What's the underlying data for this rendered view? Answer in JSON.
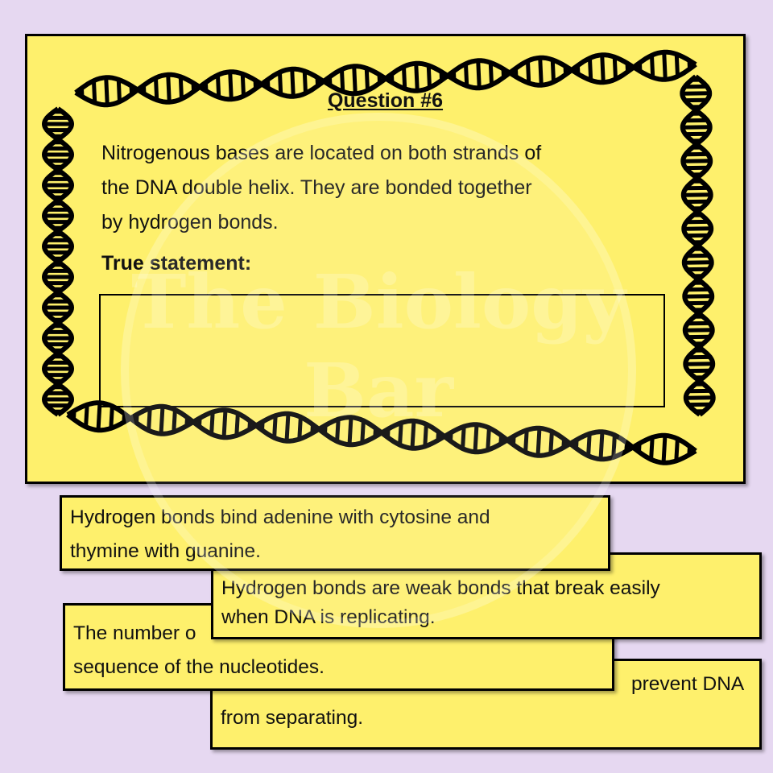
{
  "colors": {
    "background": "#e6d8f1",
    "card": "#fef06c",
    "border": "#000000"
  },
  "question": {
    "title": "Question #6",
    "lines": [
      "Nitrogenous bases are located on both strands of",
      "the DNA double helix.  They are bonded together",
      "by hydrogen bonds."
    ],
    "true_label": "True statement:",
    "border_icon": "dna-helix-icon"
  },
  "options": [
    {
      "lines": [
        "Hydrogen bonds bind adenine with cytosine and",
        "thymine with guanine."
      ]
    },
    {
      "lines": [
        "Hydrogen bonds are weak bonds that break easily",
        "when DNA is replicating."
      ]
    },
    {
      "lines": [
        "The number o",
        "sequence of the nucleotides."
      ]
    },
    {
      "lines": [
        "prevent DNA",
        "from separating."
      ]
    }
  ],
  "watermark": "The Biology Bar"
}
